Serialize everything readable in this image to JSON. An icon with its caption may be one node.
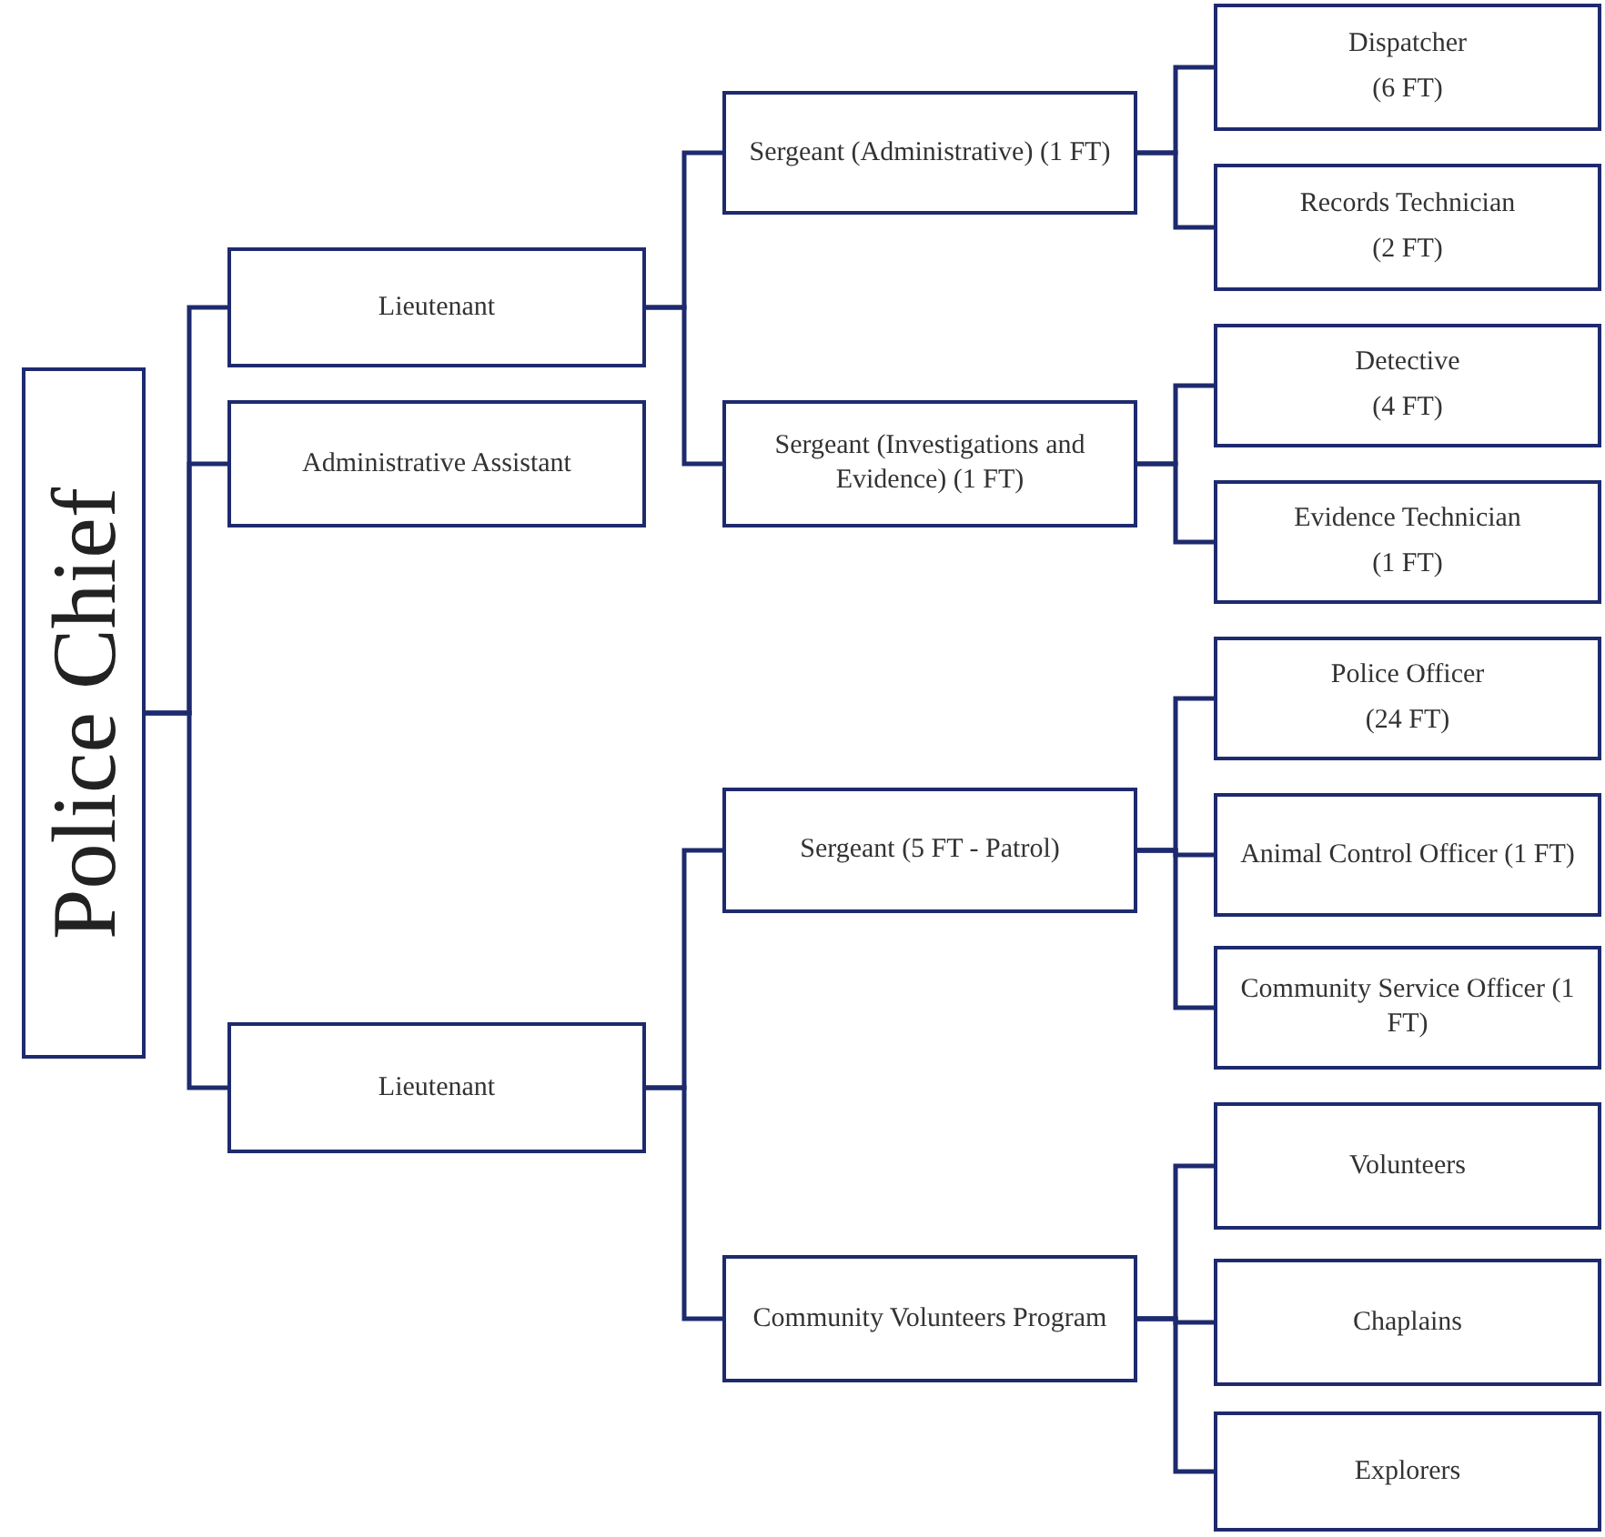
{
  "diagram": {
    "nodes": [
      {
        "text": [
          "Police Chief"
        ]
      },
      {
        "text": [
          "Lieutenant"
        ]
      },
      {
        "text": [
          "Administrative Assistant"
        ]
      },
      {
        "text": [
          "Lieutenant"
        ]
      },
      {
        "text": [
          "Sergeant (Administrative) (1 FT)"
        ]
      },
      {
        "text": [
          "Sergeant (Investigations and Evidence) (1 FT)"
        ]
      },
      {
        "text": [
          "Sergeant (5 FT - Patrol)"
        ]
      },
      {
        "text": [
          "Community Volunteers Program"
        ]
      },
      {
        "text": [
          "Dispatcher",
          "(6 FT)"
        ]
      },
      {
        "text": [
          "Records Technician",
          "(2 FT)"
        ]
      },
      {
        "text": [
          "Detective",
          "(4 FT)"
        ]
      },
      {
        "text": [
          "Evidence Technician",
          "(1 FT)"
        ]
      },
      {
        "text": [
          "Police Officer",
          "(24 FT)"
        ]
      },
      {
        "text": [
          "Animal Control Officer (1 FT)"
        ]
      },
      {
        "text": [
          "Community Service Officer (1 FT)"
        ]
      },
      {
        "text": [
          "Volunteers"
        ]
      },
      {
        "text": [
          "Chaplains"
        ]
      },
      {
        "text": [
          "Explorers"
        ]
      }
    ],
    "edges": [
      {
        "from": 0,
        "to": 1,
        "arrow": "none"
      },
      {
        "from": 0,
        "to": 2,
        "arrow": "none"
      },
      {
        "from": 0,
        "to": 3,
        "arrow": "none"
      },
      {
        "from": 1,
        "to": 4,
        "arrow": "none"
      },
      {
        "from": 1,
        "to": 5,
        "arrow": "none"
      },
      {
        "from": 3,
        "to": 6,
        "arrow": "none"
      },
      {
        "from": 3,
        "to": 7,
        "arrow": "none"
      },
      {
        "from": 4,
        "to": 8,
        "arrow": "none"
      },
      {
        "from": 4,
        "to": 9,
        "arrow": "none"
      },
      {
        "from": 5,
        "to": 10,
        "arrow": "none"
      },
      {
        "from": 5,
        "to": 11,
        "arrow": "none"
      },
      {
        "from": 6,
        "to": 12,
        "arrow": "none"
      },
      {
        "from": 6,
        "to": 13,
        "arrow": "none"
      },
      {
        "from": 6,
        "to": 14,
        "arrow": "none"
      },
      {
        "from": 7,
        "to": 15,
        "arrow": "none"
      },
      {
        "from": 7,
        "to": 16,
        "arrow": "none"
      },
      {
        "from": 7,
        "to": 17,
        "arrow": "none"
      }
    ]
  }
}
